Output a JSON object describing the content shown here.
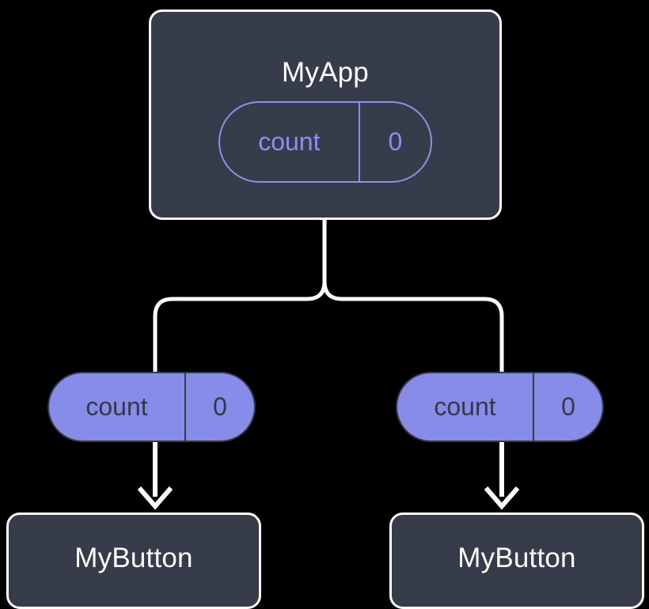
{
  "diagram": {
    "title": "component state propagation tree",
    "background_color": "#000000"
  },
  "colors": {
    "canvas": "#000000",
    "component_fill": "#373c4a",
    "component_border": "#ffffff",
    "component_label": "#ffffff",
    "state_accent": "#8b90ea",
    "state_fill": "#868ce8",
    "state_dark_text": "#33384a",
    "connector": "#ffffff"
  },
  "root": {
    "name": "MyApp",
    "state": {
      "key": "count",
      "value": "0"
    }
  },
  "branches": [
    {
      "state": {
        "key": "count",
        "value": "0"
      },
      "child": {
        "name": "MyButton"
      }
    },
    {
      "state": {
        "key": "count",
        "value": "0"
      },
      "child": {
        "name": "MyButton"
      }
    }
  ],
  "connectors": {
    "fork_label": "parent-to-children-fork",
    "arrow_label": "state-flow-arrow",
    "count": 2
  }
}
